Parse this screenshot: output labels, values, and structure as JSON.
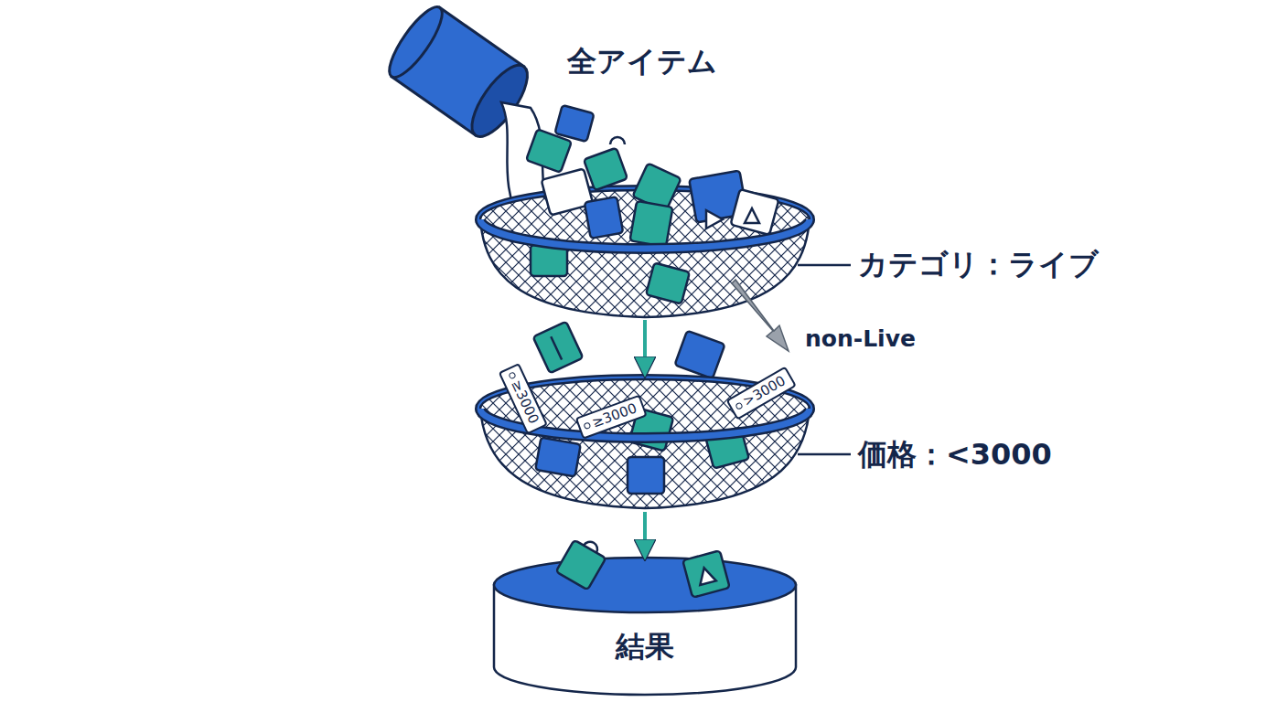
{
  "diagram": {
    "nodes": [
      {
        "text": [
          "全アイテム"
        ]
      },
      {
        "text": [
          "カテゴリ：ライブ"
        ]
      },
      {
        "text": [
          "価格：<3000"
        ]
      },
      {
        "text": [
          "結果"
        ]
      }
    ],
    "edges": [
      {
        "from": 1,
        "to": 2,
        "arrow": "to"
      },
      {
        "from": 2,
        "to": 3,
        "arrow": "to"
      }
    ],
    "labels": [
      "non-Live",
      "≥3000",
      "≥3000",
      ">3000"
    ]
  }
}
